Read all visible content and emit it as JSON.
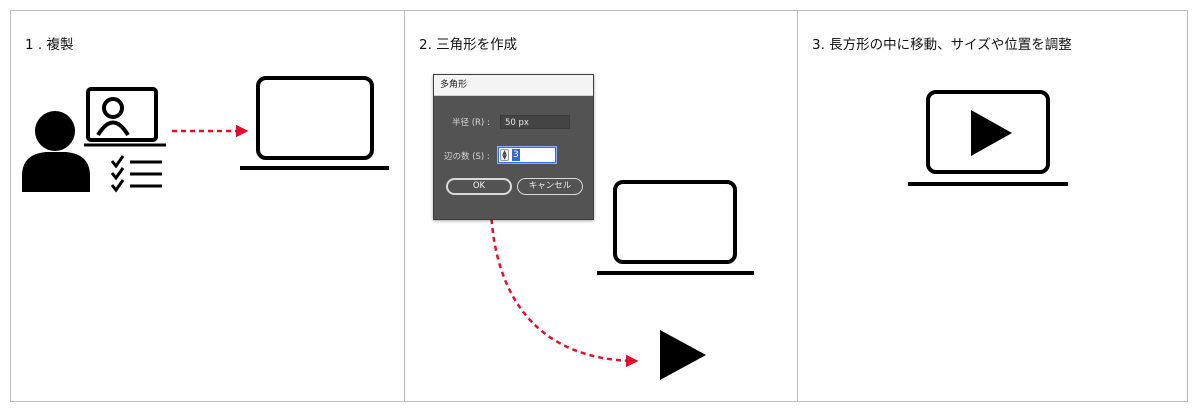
{
  "panels": [
    {
      "title": "1 . 複製"
    },
    {
      "title": "2. 三角形を作成"
    },
    {
      "title": "3. 長方形の中に移動、サイズや位置を調整"
    }
  ],
  "dialog": {
    "title": "多角形",
    "radius_label": "半径 (R) :",
    "radius_value": "50 px",
    "sides_label": "辺の数 (S) :",
    "sides_value": "3",
    "ok_label": "OK",
    "cancel_label": "キャンセル"
  },
  "colors": {
    "arrow": "#e0102a",
    "icon": "#000000",
    "border": "#bdbdbd",
    "dialog_bg": "#535353"
  },
  "icons": [
    "user-video-icon",
    "checklist-icon",
    "laptop-icon",
    "triangle-icon",
    "play-icon"
  ]
}
